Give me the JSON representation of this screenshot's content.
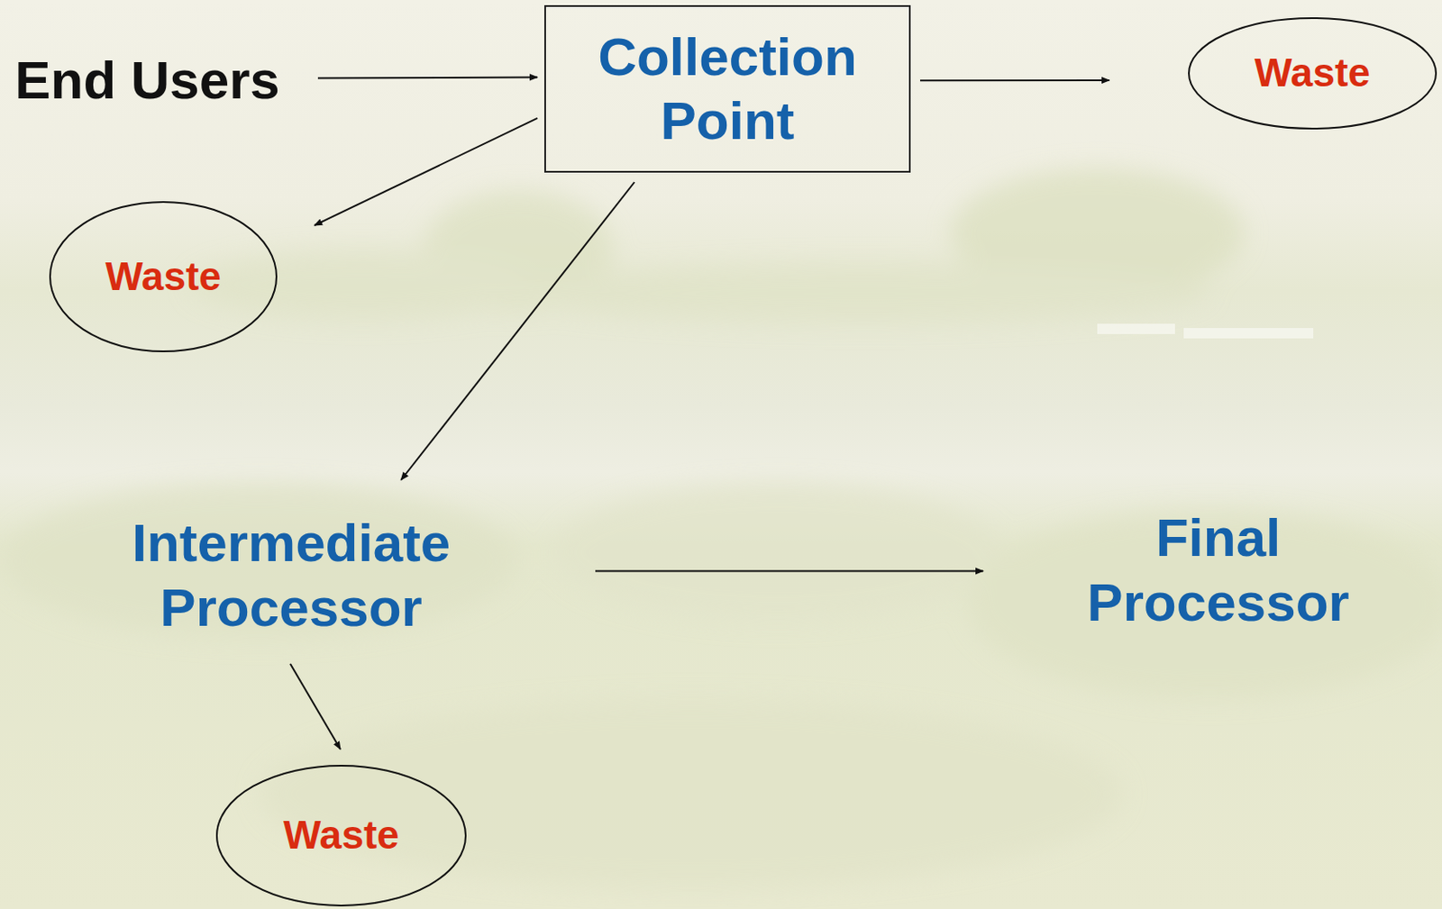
{
  "diagram": {
    "nodes": [
      {
        "text": [
          "End Users"
        ]
      },
      {
        "text": [
          "Collection Point"
        ]
      },
      {
        "text": [
          "Waste"
        ]
      },
      {
        "text": [
          "Waste"
        ]
      },
      {
        "text": [
          "Intermediate Processor"
        ]
      },
      {
        "text": [
          "Final Processor"
        ]
      },
      {
        "text": [
          "Waste"
        ]
      }
    ],
    "edges": [
      {
        "from": 0,
        "to": 1,
        "arrow": "to"
      },
      {
        "from": 1,
        "to": 2,
        "arrow": "to"
      },
      {
        "from": 1,
        "to": 3,
        "arrow": "to"
      },
      {
        "from": 1,
        "to": 4,
        "arrow": "to"
      },
      {
        "from": 4,
        "to": 5,
        "arrow": "to"
      },
      {
        "from": 4,
        "to": 6,
        "arrow": "to"
      }
    ]
  }
}
